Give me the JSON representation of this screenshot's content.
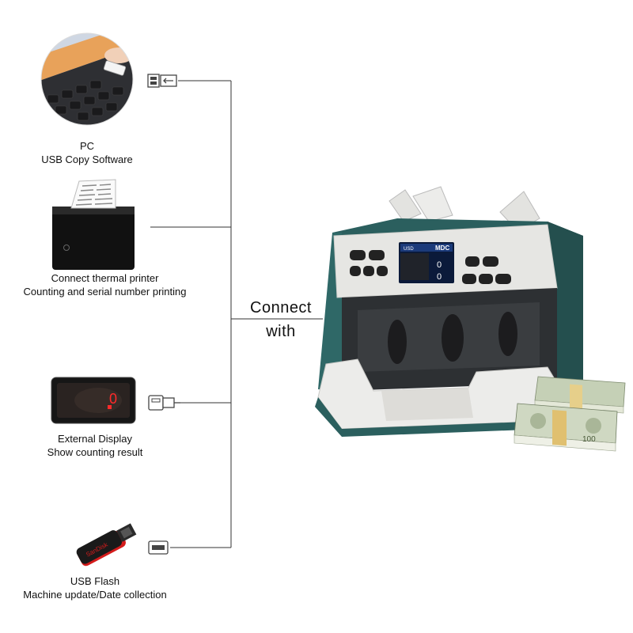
{
  "connect": {
    "line1": "Connect",
    "line2": "with"
  },
  "devices": [
    {
      "name": "PC",
      "detail": "USB Copy Software",
      "icon": "laptop-usb-icon",
      "port": "usb-a-port-icon"
    },
    {
      "name": "Connect thermal printer",
      "detail": "Counting and serial number printing",
      "icon": "thermal-printer-icon",
      "port": ""
    },
    {
      "name": "External Display",
      "detail": "Show counting result",
      "icon": "external-display-icon",
      "port": "rj-connector-icon"
    },
    {
      "name": "USB Flash",
      "detail": "Machine update/Date collection",
      "icon": "usb-flash-drive-icon",
      "port": "usb-port-icon"
    }
  ],
  "machine": {
    "screen_brand": "MDC",
    "screen_currency": "USD",
    "screen_count": "0",
    "screen_amount": "0",
    "display_digit": "0",
    "flash_brand": "SanDisk",
    "body_color": "#2b5f5e",
    "panel_color": "#e6e6e3"
  }
}
